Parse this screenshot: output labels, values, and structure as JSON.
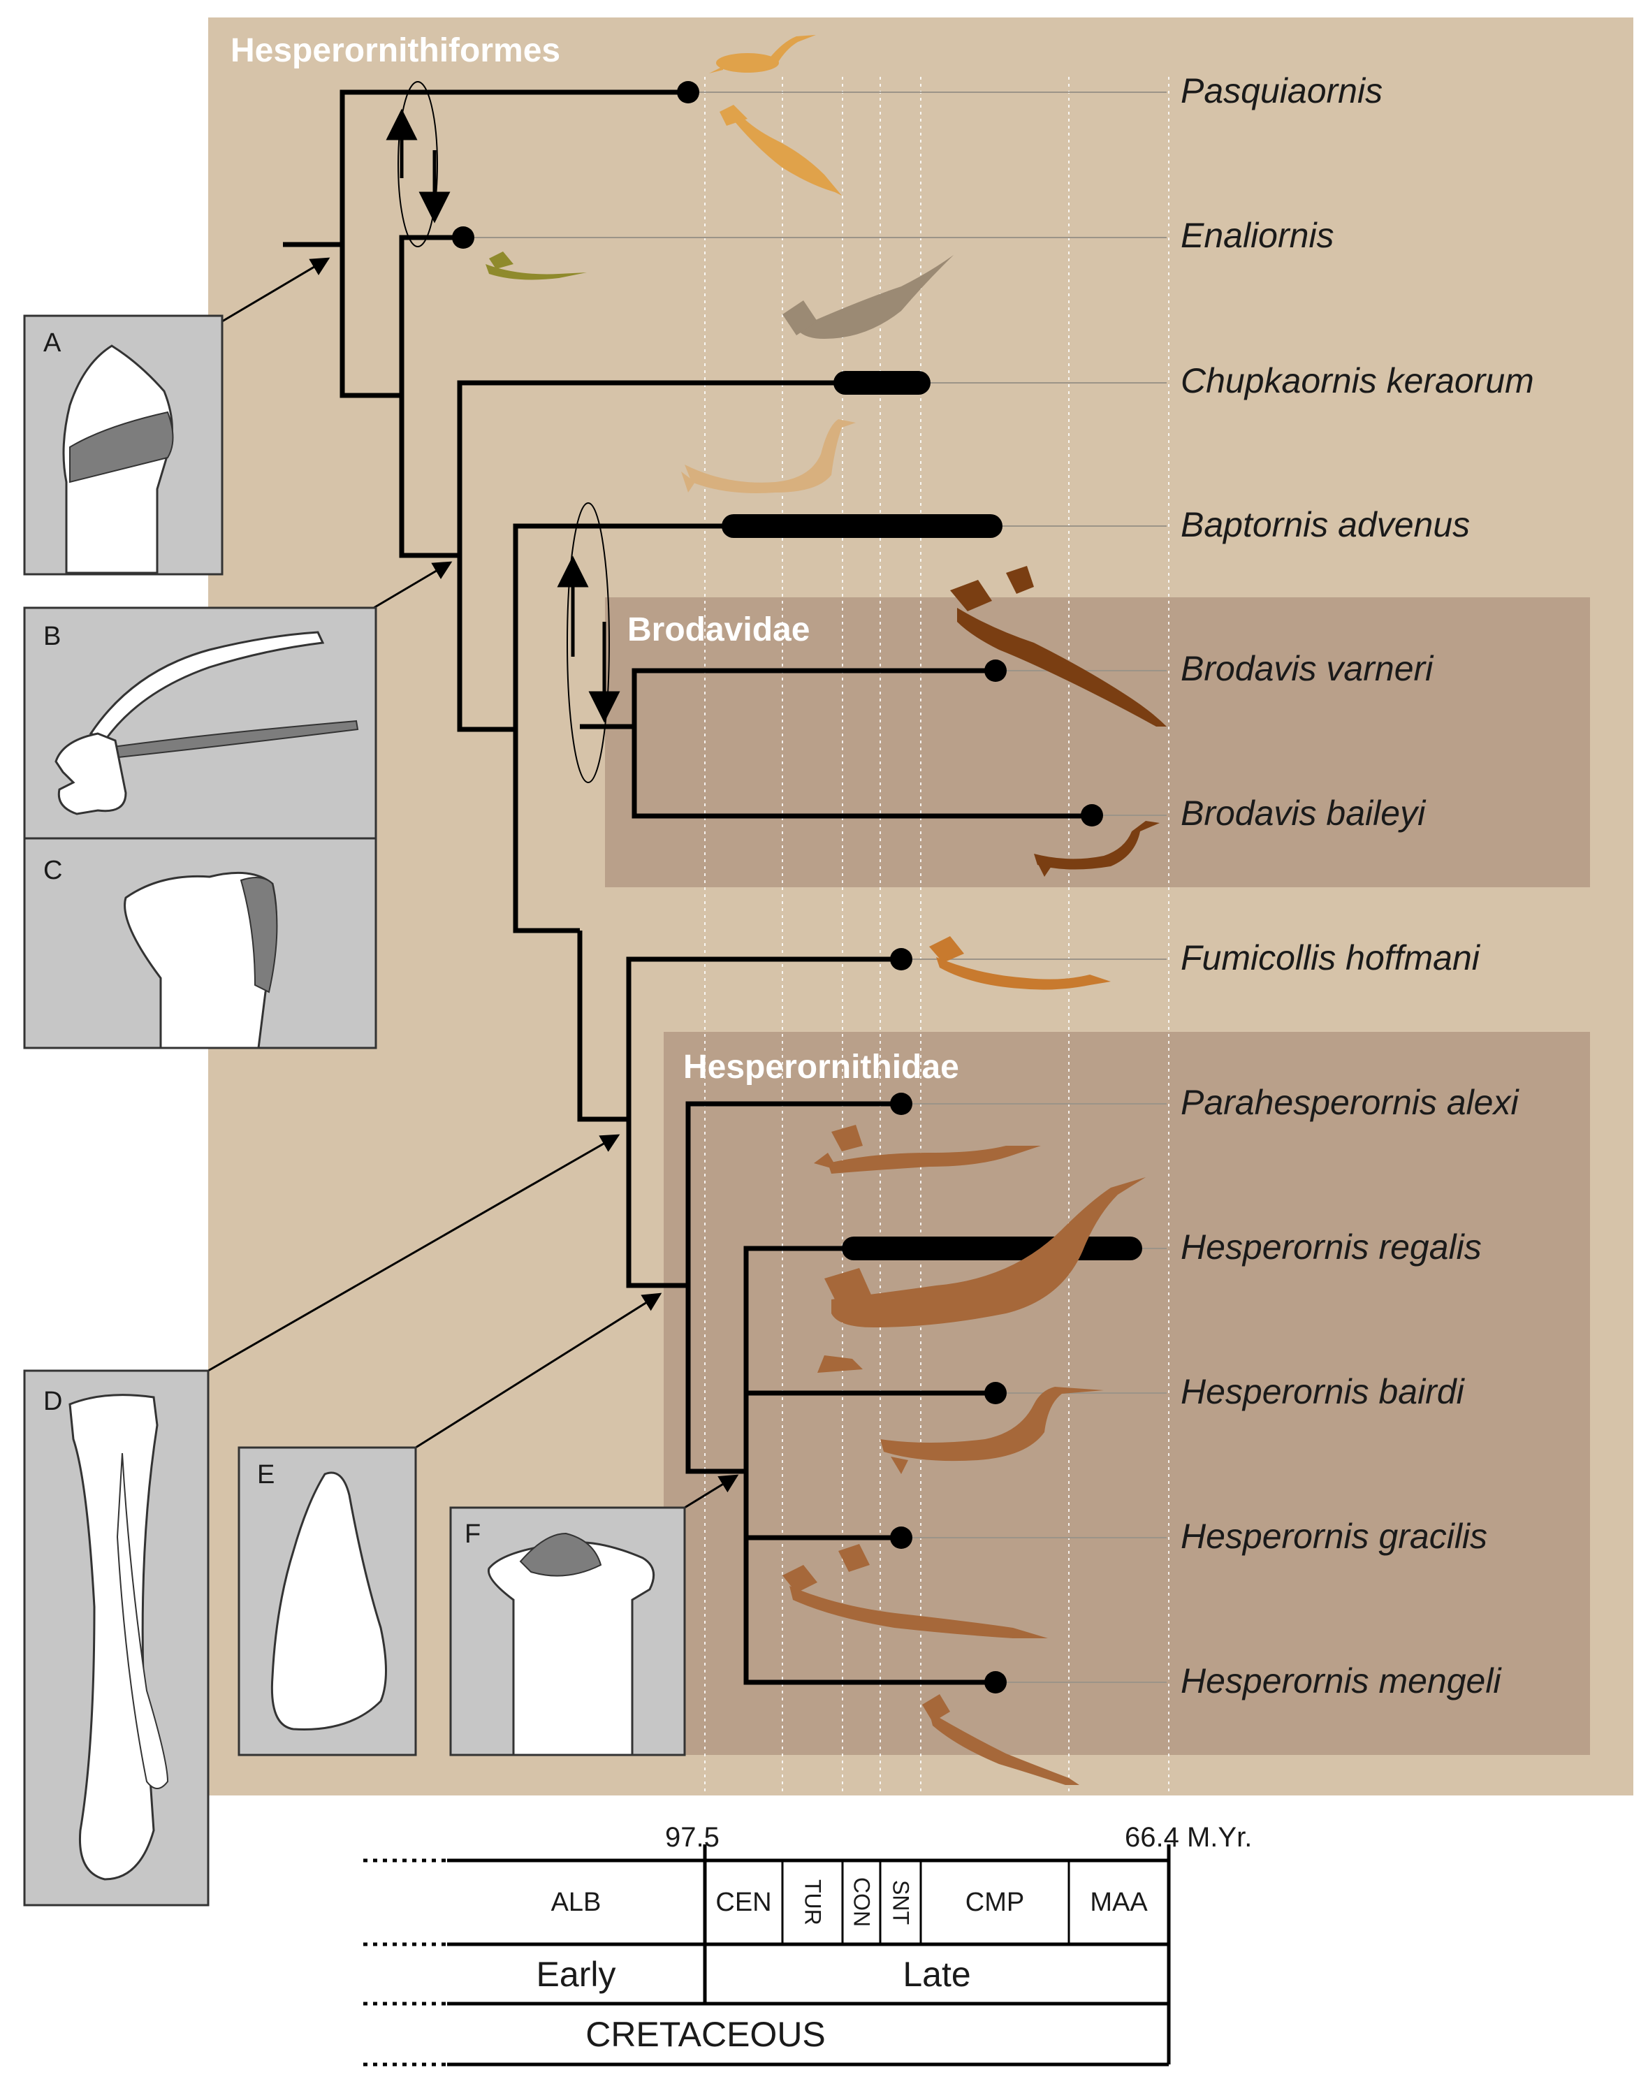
{
  "groups": {
    "hesperornithiformes": "Hesperornithiformes",
    "brodavidae": "Brodavidae",
    "hesperornithidae": "Hesperornithidae"
  },
  "taxa": [
    "Pasquiaornis",
    "Enaliornis",
    "Chupkaornis keraorum",
    "Baptornis advenus",
    "Brodavis varneri",
    "Brodavis baileyi",
    "Fumicollis hoffmani",
    "Parahesperornis alexi",
    "Hesperornis regalis",
    "Hesperornis bairdi",
    "Hesperornis gracilis",
    "Hesperornis mengeli"
  ],
  "panels": [
    "A",
    "B",
    "C",
    "D",
    "E",
    "F"
  ],
  "timescale": {
    "tick_left": "97.5",
    "tick_right": "66.4 M.Yr.",
    "stages": [
      "ALB",
      "CEN",
      "TUR",
      "CON",
      "SNT",
      "CMP",
      "MAA"
    ],
    "epochs": [
      "Early",
      "Late"
    ],
    "period": "CRETACEOUS"
  },
  "colors": {
    "outer_bg": "#d6c3a9",
    "clade_bg": "#b9a08a",
    "panel_bg": "#c6c6c6",
    "tree": "#000000",
    "bird_orange": "#e0a24a",
    "bird_olive": "#8f8a2c",
    "bird_grey": "#9b8a74",
    "bird_tan": "#d8b07e",
    "bird_dark": "#7a3e12",
    "bird_brown": "#a6683a"
  }
}
